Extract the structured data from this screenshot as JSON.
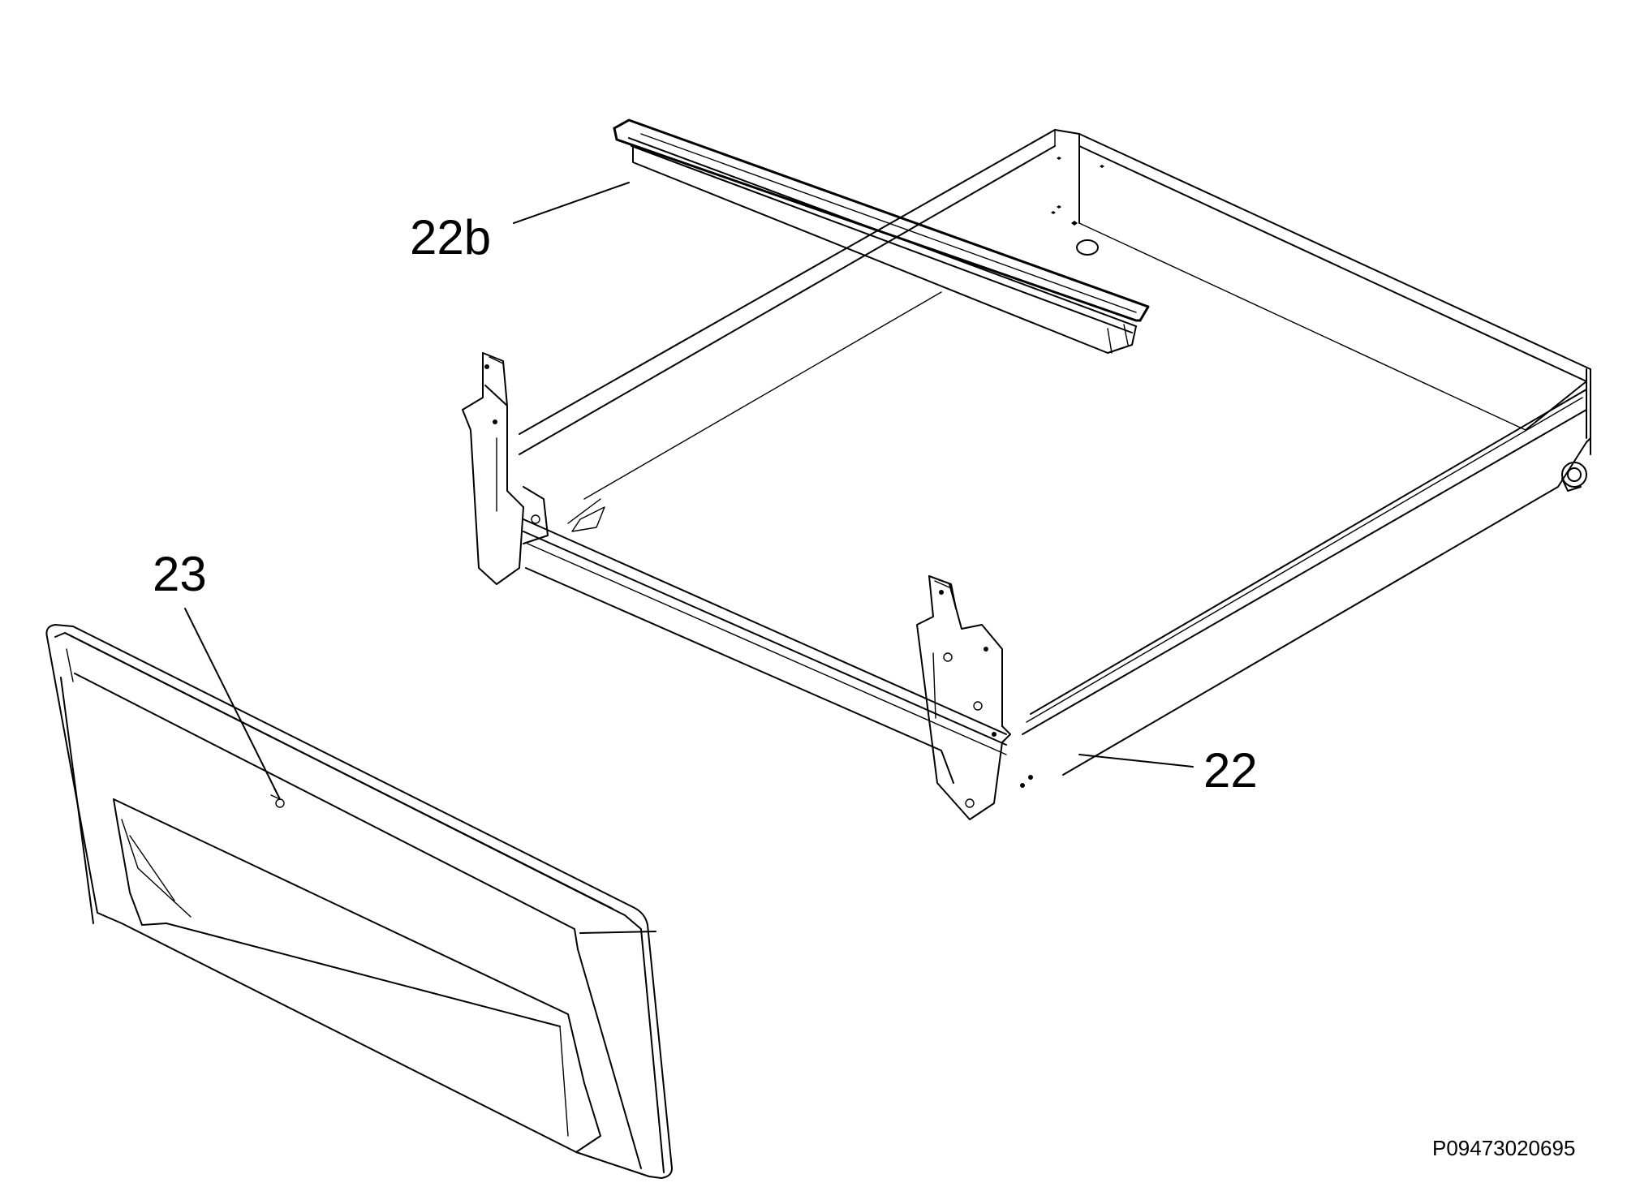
{
  "diagram": {
    "callouts": {
      "cover_strip": "22b",
      "drawer_frame": "22",
      "front_panel": "23"
    },
    "drawing_code": "P09473020695"
  }
}
